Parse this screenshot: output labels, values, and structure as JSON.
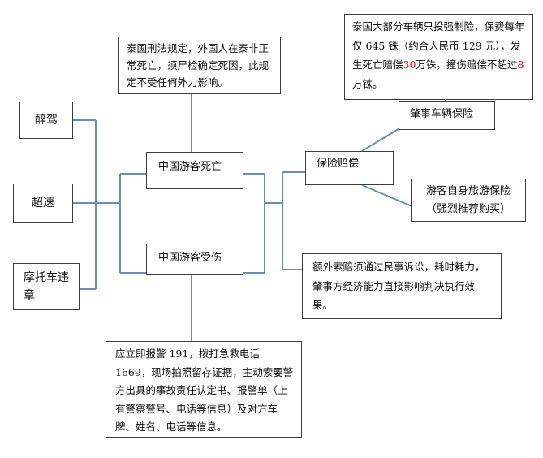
{
  "colors": {
    "line": "#6b8fb2",
    "box_border": "#3c3c3c",
    "highlight": "#ff0000"
  },
  "nodes": {
    "drunk": "醉驾",
    "speeding": "超速",
    "motorcycle": "摩托车违章",
    "death": "中国游客死亡",
    "injury": "中国游客受伤",
    "insurance": "保险赔偿",
    "vehicle_insurance": "肇事车辆保险",
    "travel_insurance": "游客自身旅游保险",
    "travel_insurance_note": "（强烈推荐购买）"
  },
  "notes": {
    "thai_law": "泰国刑法规定，外国人在泰非正常死亡，须尸检确定死因，此规定不受任何外力影响。",
    "compulsory_a": "泰国大部分车辆只投强制险，保费每年仅 645 铢（约合人民币 129 元），发生死亡赔偿",
    "compulsory_death_amount": "30",
    "compulsory_b": "万铢，撞伤赔偿不超过",
    "compulsory_injury_amount": "8",
    "compulsory_c": "万铢。",
    "civil_suit": "额外索赔须通过民事诉讼，耗时耗力，肇事方经济能力直接影响判决执行效果。",
    "police_report": "应立即报警 191，拨打急救电话 1669，现场拍照留存证据，主动索要警方出具的事故责任认定书、报警单（上有警察警号、电话等信息）及对方车牌、姓名、电话等信息。"
  }
}
